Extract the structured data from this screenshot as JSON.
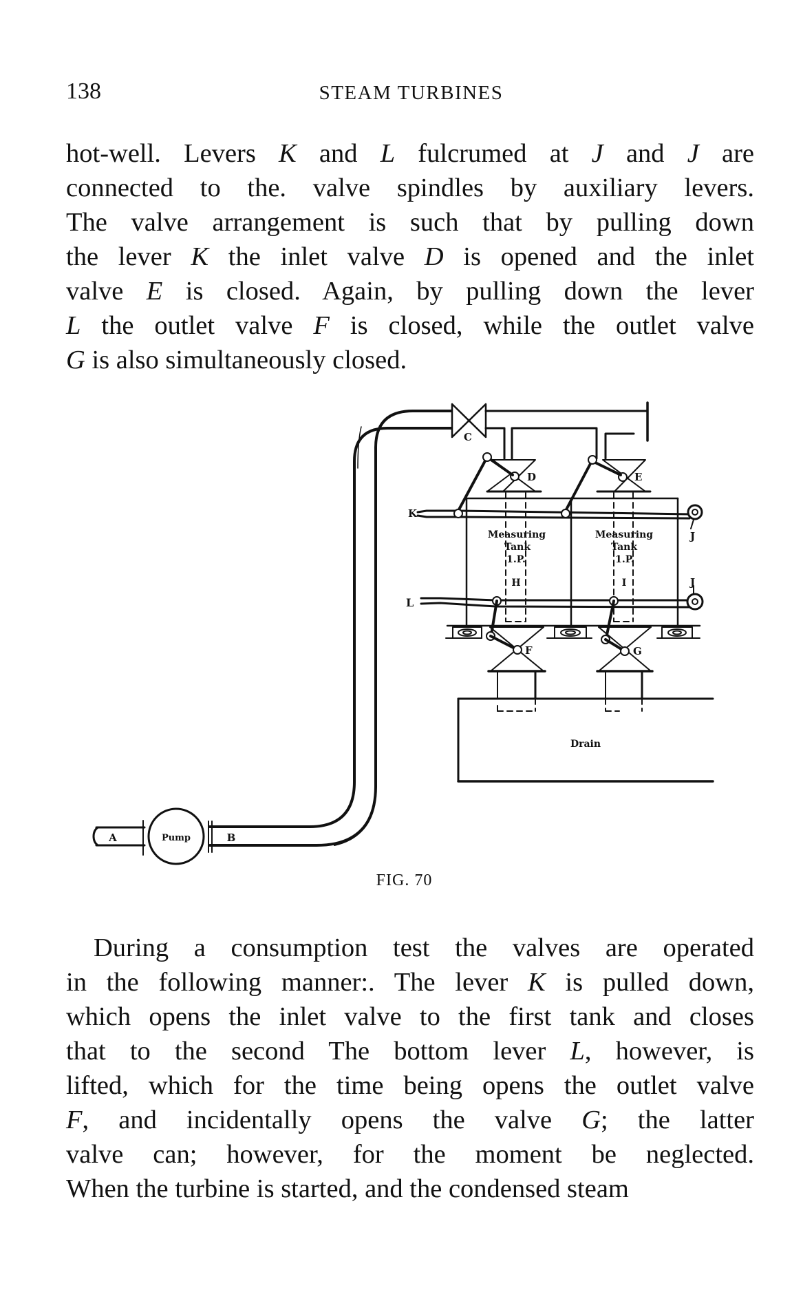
{
  "header": {
    "page_number": "138",
    "running_title": "STEAM TURBINES"
  },
  "paragraph_1": {
    "lines": [
      [
        "hot-well.  Levers ",
        "K",
        " and ",
        "L",
        " fulcrumed at ",
        "J",
        " and ",
        "J",
        " are"
      ],
      [
        "connected to the. valve spindles by auxiliary levers."
      ],
      [
        "The valve arrangement is such that by pulling down"
      ],
      [
        "the lever ",
        "K",
        " the inlet valve ",
        "D",
        " is opened and the inlet"
      ],
      [
        "valve ",
        "E",
        " is closed.  Again, by pulling down the lever"
      ],
      [
        "",
        "L",
        " the outlet valve ",
        "F",
        " is closed, while the outlet valve"
      ],
      [
        "",
        "G",
        " is also simultaneously closed."
      ]
    ]
  },
  "figure": {
    "caption": "FIG. 70",
    "labels": {
      "a": "A",
      "b": "B",
      "pump": "Pump",
      "c": "C",
      "d": "D",
      "e": "E",
      "f": "F",
      "g": "G",
      "h": "H",
      "i": "I",
      "j_top": "J",
      "j_bottom": "J",
      "k": "K",
      "l": "L",
      "drain": "Drain",
      "tank1_line1": "Measuring",
      "tank1_line2": "Tank",
      "tank1_line3": "1.P.",
      "tank2_line1": "Measuring",
      "tank2_line2": "Tank",
      "tank2_line3": "1.P."
    }
  },
  "paragraph_2": {
    "lines": [
      [
        "During a consumption test the valves are operated"
      ],
      [
        "in the following manner:. The lever ",
        "K",
        " is pulled down,"
      ],
      [
        "which opens the inlet valve to the first tank and closes"
      ],
      [
        "that to the second   The bottom lever ",
        "L",
        ", however, is"
      ],
      [
        "lifted, which for the time being opens the outlet valve"
      ],
      [
        "",
        "F",
        ", and incidentally opens the valve ",
        "G",
        "; the latter"
      ],
      [
        "valve can; however, for the moment be neglected."
      ],
      [
        "When the turbine is started, and the condensed steam"
      ]
    ]
  }
}
